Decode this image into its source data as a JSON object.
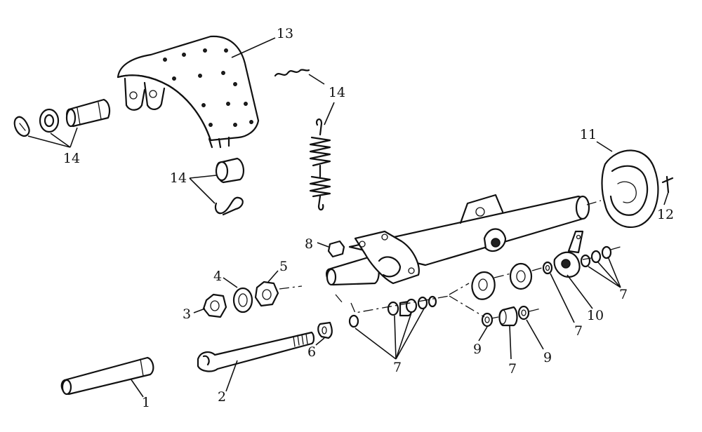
{
  "callouts": {
    "c1": "1",
    "c2": "2",
    "c3": "3",
    "c4": "4",
    "c5": "5",
    "c6": "6",
    "c7a": "7",
    "c7b": "7",
    "c7c": "7",
    "c7d": "7",
    "c8": "8",
    "c9a": "9",
    "c9b": "9",
    "c10": "10",
    "c11": "11",
    "c12": "12",
    "c13": "13",
    "c14a": "14",
    "c14b": "14",
    "c14c": "14"
  }
}
